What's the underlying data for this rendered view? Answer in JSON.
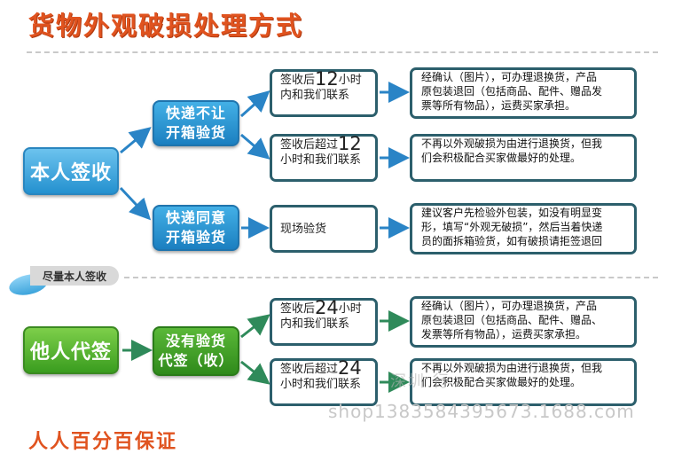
{
  "title": "货物外观破损处理方式",
  "tag_label": "尽量本人签收",
  "self_sign": {
    "label": "本人签收",
    "branches": [
      {
        "label_l1": "快递不让",
        "label_l2": "开箱验货",
        "items": [
          {
            "cond_pre": "签收后",
            "cond_num": "12",
            "cond_post": "小时",
            "cond_l2": "内和我们联系",
            "result": [
              "经确认（图片），可办理退换货，产品",
              "原包装退回（包括商品、配件、赠品发",
              "票等所有物品），运费买家承担。"
            ]
          },
          {
            "cond_pre": "签收后超过",
            "cond_num": "12",
            "cond_post": "",
            "cond_l2": "小时和我们联系",
            "result": [
              "不再以外观破损为由进行退换货，但我",
              "们会积极配合买家做最好的处理。"
            ]
          }
        ]
      },
      {
        "label_l1": "快递同意",
        "label_l2": "开箱验货",
        "items": [
          {
            "cond_text": "现场验货",
            "result": [
              "建议客户先检验外包装，如没有明显变",
              "形，填写“外观无破损”，然后当着快递",
              "员的面拆箱验货，如有破损请拒签退回"
            ]
          }
        ]
      }
    ]
  },
  "proxy_sign": {
    "label": "他人代签",
    "branch": {
      "label_l1": "没有验货",
      "label_l2": "代签（收）",
      "items": [
        {
          "cond_pre": "签收后",
          "cond_num": "24",
          "cond_post": "小时",
          "cond_l2": "内和我们联系",
          "result": [
            "经确认（图片），可办理退换货，产品",
            "原包装退回（包括商品、配件、赠品、",
            "发票等所有物品），运费买家承担。"
          ]
        },
        {
          "cond_pre": "签收后超过",
          "cond_num": "24",
          "cond_post": "",
          "cond_l2": "小时和我们联系",
          "result": [
            "不再以外观破损为由进行退换货，但我",
            "们会积极配合买家做最好的处理。"
          ]
        }
      ]
    }
  },
  "watermark": "shop1383584395673.1688.com",
  "watermark2": "深圳          行",
  "footer_title": "人人百分百保证",
  "colors": {
    "title": "#e0531f",
    "blue": "#2491cf",
    "green": "#3a9d1f",
    "arrow_blue": "#2a84c6",
    "arrow_green": "#2f8a5a",
    "box_border": "#2c5f6c"
  }
}
